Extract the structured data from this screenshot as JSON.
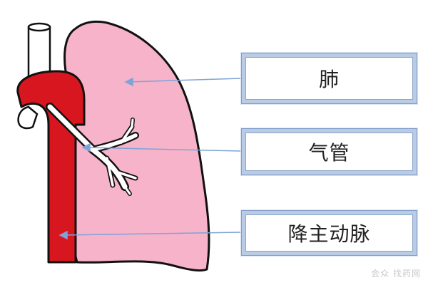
{
  "labels": {
    "lung": "肺",
    "trachea": "气管",
    "aorta": "降主动脉"
  },
  "watermark": "会众 找药网",
  "colors": {
    "lung": "#f7b3c9",
    "aorta": "#d8161f",
    "arrow": "#7fa3d6",
    "box_border": "#b9cbe5",
    "outline": "#111111"
  },
  "icons": {
    "lung": "lung-shape",
    "aorta": "aorta-vessel",
    "trachea": "trachea-branches",
    "vein": "vena-cava-tube"
  }
}
